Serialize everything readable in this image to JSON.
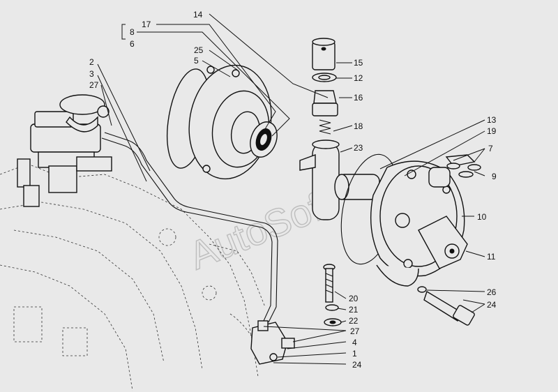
{
  "watermark": "AutoSoft",
  "callouts": [
    {
      "id": "c14",
      "text": "14"
    },
    {
      "id": "c17",
      "text": "17"
    },
    {
      "id": "c8",
      "text": "8"
    },
    {
      "id": "c6",
      "text": "6"
    },
    {
      "id": "c25",
      "text": "25"
    },
    {
      "id": "c5",
      "text": "5"
    },
    {
      "id": "c2",
      "text": "2"
    },
    {
      "id": "c3",
      "text": "3"
    },
    {
      "id": "c27a",
      "text": "27"
    },
    {
      "id": "c15",
      "text": "15"
    },
    {
      "id": "c12",
      "text": "12"
    },
    {
      "id": "c16",
      "text": "16"
    },
    {
      "id": "c18",
      "text": "18"
    },
    {
      "id": "c23",
      "text": "23"
    },
    {
      "id": "c13",
      "text": "13"
    },
    {
      "id": "c19",
      "text": "19"
    },
    {
      "id": "c7",
      "text": "7"
    },
    {
      "id": "c9",
      "text": "9"
    },
    {
      "id": "c10",
      "text": "10"
    },
    {
      "id": "c11",
      "text": "11"
    },
    {
      "id": "c20",
      "text": "20"
    },
    {
      "id": "c21",
      "text": "21"
    },
    {
      "id": "c22",
      "text": "22"
    },
    {
      "id": "c26",
      "text": "26"
    },
    {
      "id": "c24a",
      "text": "24"
    },
    {
      "id": "c27b",
      "text": "27"
    },
    {
      "id": "c4",
      "text": "4"
    },
    {
      "id": "c1",
      "text": "1"
    },
    {
      "id": "c24b",
      "text": "24"
    }
  ]
}
